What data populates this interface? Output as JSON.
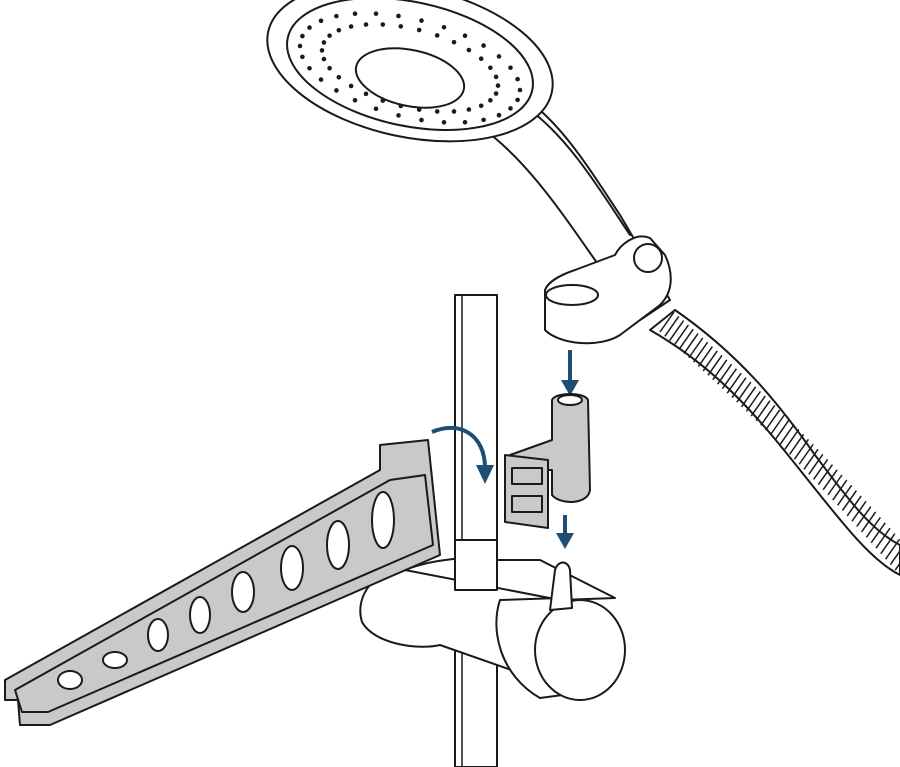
{
  "illustration": {
    "colors": {
      "line": "#1a1a1a",
      "part_fill": "#c9c9c9",
      "arrow": "#1f4e74",
      "background": "#ffffff"
    },
    "components": [
      "shower-head",
      "hose",
      "wall-holder",
      "riser-rail",
      "slider-clamp",
      "adapter-insert",
      "hook-bracket"
    ],
    "arrows": [
      "down-arrow-holder-to-adapter",
      "down-arrow-adapter-to-peg",
      "rotate-arrow"
    ]
  }
}
